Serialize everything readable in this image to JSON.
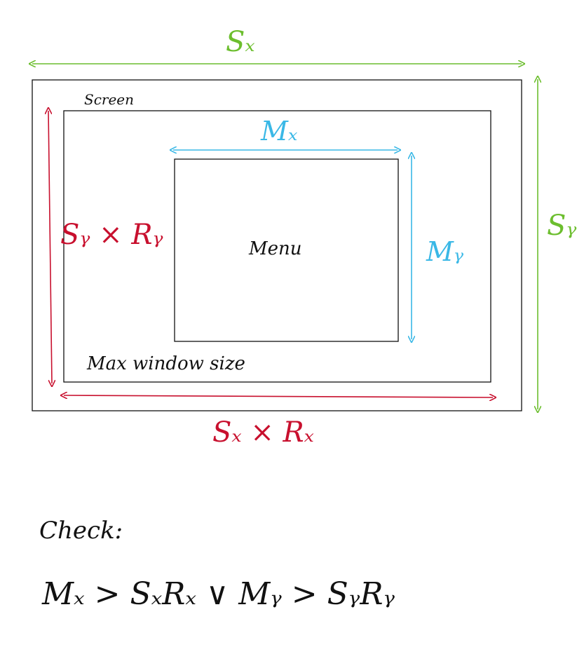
{
  "colors": {
    "green": "#6cbe2e",
    "red": "#c8102e",
    "cyan": "#3ab8e6",
    "black": "#111111"
  },
  "labels": {
    "screen_width": "Sₓ",
    "screen_height": "Sᵧ",
    "screen": "Screen",
    "max_height": "Sᵧ × Rᵧ",
    "max_width": "Sₓ × Rₓ",
    "max_window_size": "Max window size",
    "menu": "Menu",
    "menu_width": "Mₓ",
    "menu_height": "Mᵧ",
    "condition_title": "Check:",
    "condition": "Mₓ > SₓRₓ ∨ Mᵧ > SᵧRᵧ"
  }
}
